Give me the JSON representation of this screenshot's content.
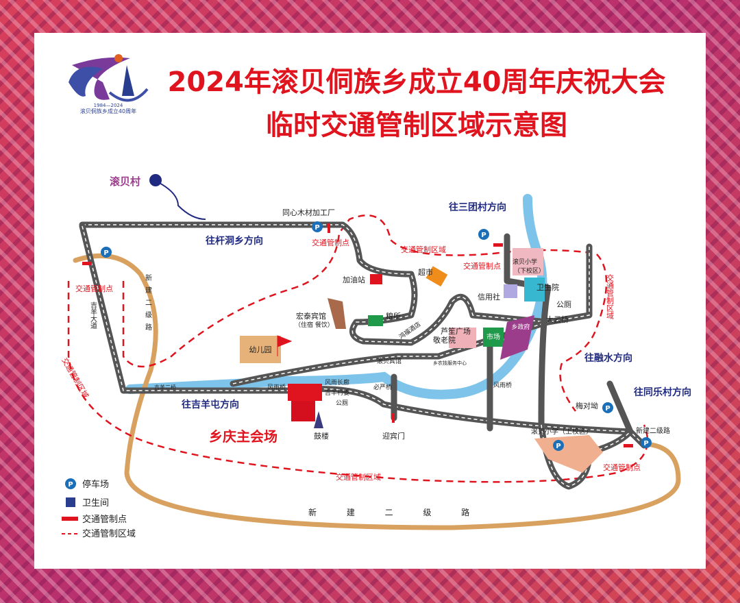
{
  "title": {
    "line1": "2024年滚贝侗族乡成立40周年庆祝大会",
    "line2": "临时交通管制区域示意图"
  },
  "logo": {
    "years": "1984—2024",
    "caption": "滚贝侗族乡成立40周年"
  },
  "places": {
    "gunbei_village": "滚贝村",
    "wood_factory": "同心木材加工厂",
    "to_sanlin": "往杆洞乡方向",
    "to_santuan": "往三团村方向",
    "to_rongshui": "往融水方向",
    "to_tongle": "往同乐村方向",
    "to_jiyangtun": "往吉羊屯方向",
    "gas_station": "加油站",
    "supermarket": "超市",
    "hongtai_hotel": "宏泰宾馆",
    "hongtai_sub": "（住宿 餐饮）",
    "grain": "粮所",
    "hongfu_hotel": "鸿福酒店",
    "lusheng_square": "芦笙广场",
    "elderly_home": "敬老院",
    "service_center": "乡农技服务中心",
    "market": "市场",
    "township_gov": "乡政府",
    "credit_union": "信用社",
    "hospital": "卫生院",
    "toilet": "公厕",
    "dayun_bridge": "大云桥",
    "school_lower": "滚贝小学",
    "school_lower_sub": "（下校区）",
    "school_upper": "滚贝小学（上校区）",
    "kindergarten": "幼儿园",
    "gunbei_hotel": "滚贝宾馆",
    "biyan_bridge": "必严桥",
    "fengyu_bridge": "风雨桥",
    "fengyu_corridor": "风雨长廊",
    "jiyang_committee": "吉羊村委",
    "jiyang_bridge2": "吉羊二桥",
    "jiyang_avenue": "吉羊大道",
    "new_road_v": "新建二级路",
    "new_road_bottom": "新 建 二 级 路",
    "new_road_right": "新建二级路",
    "main_venue": "乡庆主会场",
    "drum_tower": "鼓楼",
    "welcome_gate": "迎宾门",
    "meiduiao": "梅对坳",
    "control_point": "交通管制点",
    "control_zone": "交通管制区域"
  },
  "legend": {
    "parking": "停车场",
    "toilet": "卫生间",
    "control_point": "交通管制点",
    "control_zone": "交通管制区域"
  },
  "colors": {
    "title": "#e0141e",
    "road": "#555555",
    "new_road": "#d9a15f",
    "river": "#7ec4ea",
    "zone": "#e0141e"
  }
}
